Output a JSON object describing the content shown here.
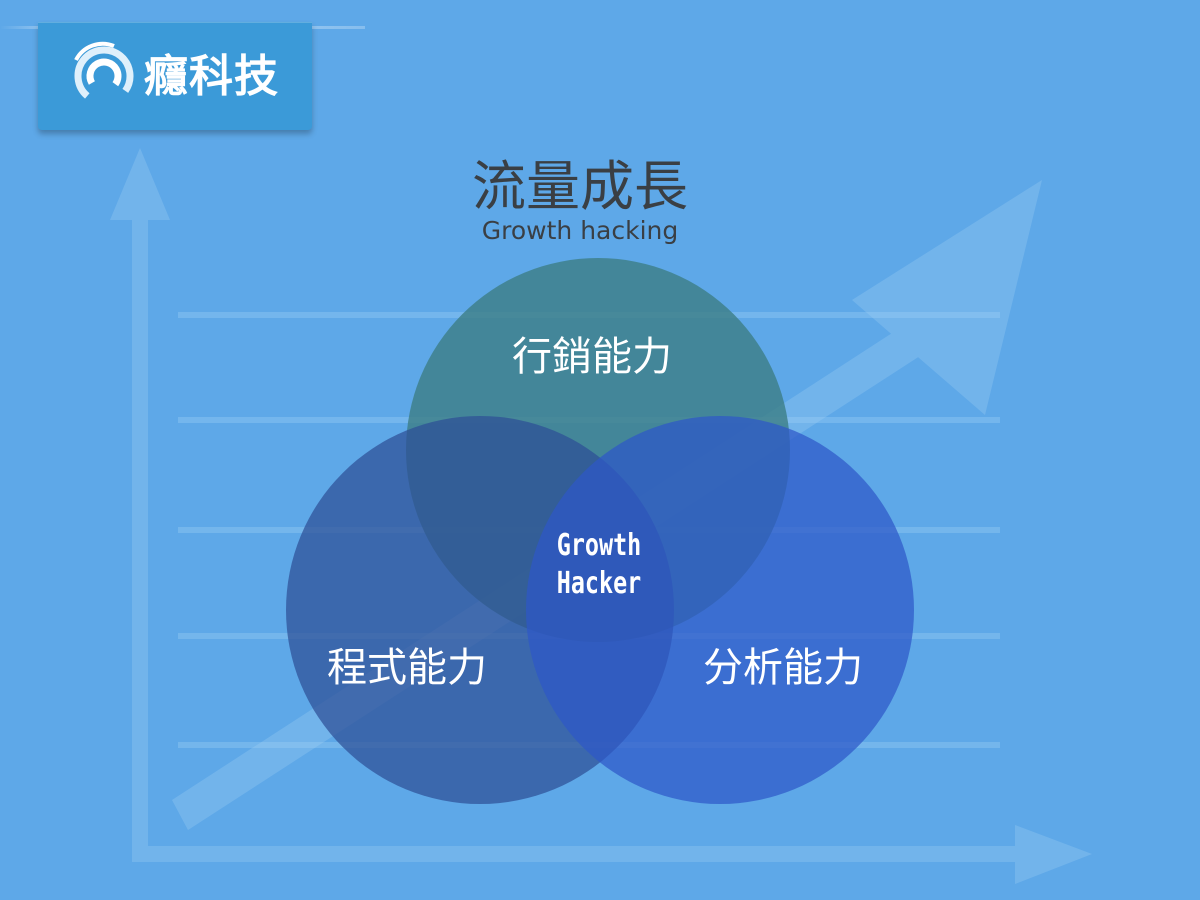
{
  "brand": {
    "name": "癮科技",
    "logo_icon": "circular-swirl-logo-icon"
  },
  "title": {
    "chinese": "流量成長",
    "english": "Growth hacking"
  },
  "venn": {
    "top": "行銷能力",
    "left": "程式能力",
    "right": "分析能力",
    "center_line1": "Growth",
    "center_line2": "Hacker"
  },
  "colors": {
    "background": "#5ea8e8",
    "logo_box": "#3b9ad8",
    "circle_top": "#3d7f87",
    "circle_left": "#2e4f96",
    "circle_right": "#2e58c8",
    "title_text": "#3a3f44"
  }
}
